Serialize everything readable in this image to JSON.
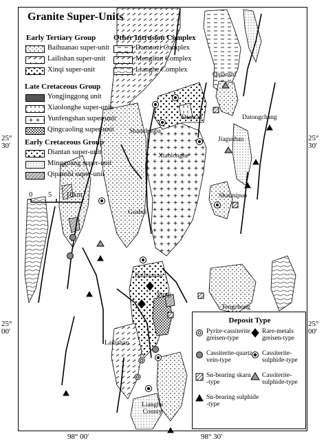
{
  "title": "Granite Super-Units",
  "coords": {
    "left_top": "25°\n30'",
    "left_bottom": "25°\n00'",
    "right_top": "25°\n30'",
    "right_bottom": "25°\n00'",
    "bottom_left": "98° 00'",
    "bottom_right": "98° 30'"
  },
  "legend": {
    "early_tertiary": {
      "label": "Early Tertiary Group",
      "items": [
        "Baihuanao super-unit",
        "Lailishan super-unit",
        "Xinqi super-unit"
      ]
    },
    "other_intrusion": {
      "label": "Other  Intrusion Complex",
      "items": [
        "Damaozi Complex",
        "Menglian Complex",
        "Lianghe Complex"
      ]
    },
    "late_cretaceous": {
      "label": "Late Cretaceous Group",
      "items": [
        "Yongjinggong unit",
        "Xiaolonghe super-unit",
        "Yunfengshan super-unit",
        "Qingcaoling super-unit"
      ]
    },
    "early_cretaceous": {
      "label": "Early Cretaceous Group",
      "items": [
        "Diantan super-unit",
        "Mingguang super-unit",
        "Qipanshi super-unit"
      ]
    }
  },
  "scale": {
    "ticks": [
      "0",
      "5",
      "10km"
    ]
  },
  "places": {
    "qipanshi": "Qipanshi",
    "diantan": "Diantan",
    "datongchang": "Datongchang",
    "shanchaoba": "Shanchaoba",
    "jiagushan": "Jiagushan",
    "xiaolonghe": "Xiaolonghe",
    "gushui": "Gushui",
    "shaimipuo": "Shaimipuo",
    "baihuanao": "Baihuanao",
    "xinqi": "Xinqi",
    "tengchong": "Tengchong\nCounty",
    "lailishan": "Lailishan",
    "lianghe": "Lianghe\nCounty"
  },
  "deposit": {
    "title": "Deposit Type",
    "items": [
      {
        "label": "Pyrite-cassiterite\ngreisen-type",
        "icon": "double-circle-icon"
      },
      {
        "label": "Rare-metals\ngreisen-type",
        "icon": "diamond-icon"
      },
      {
        "label": "Cassiterite-quartz\nvein-type",
        "icon": "filled-circle-icon"
      },
      {
        "label": "Cassiterite-\nsulphide-type",
        "icon": "dot-circle-icon"
      },
      {
        "label": "Sn-bearing skarn\n-type",
        "icon": "square-icon"
      },
      {
        "label": "Cassiterite-\nsulphide-type",
        "icon": "gray-triangle-icon"
      },
      {
        "label": "Sn-bearing sulphide\n-type",
        "icon": "triangle-icon"
      }
    ]
  }
}
